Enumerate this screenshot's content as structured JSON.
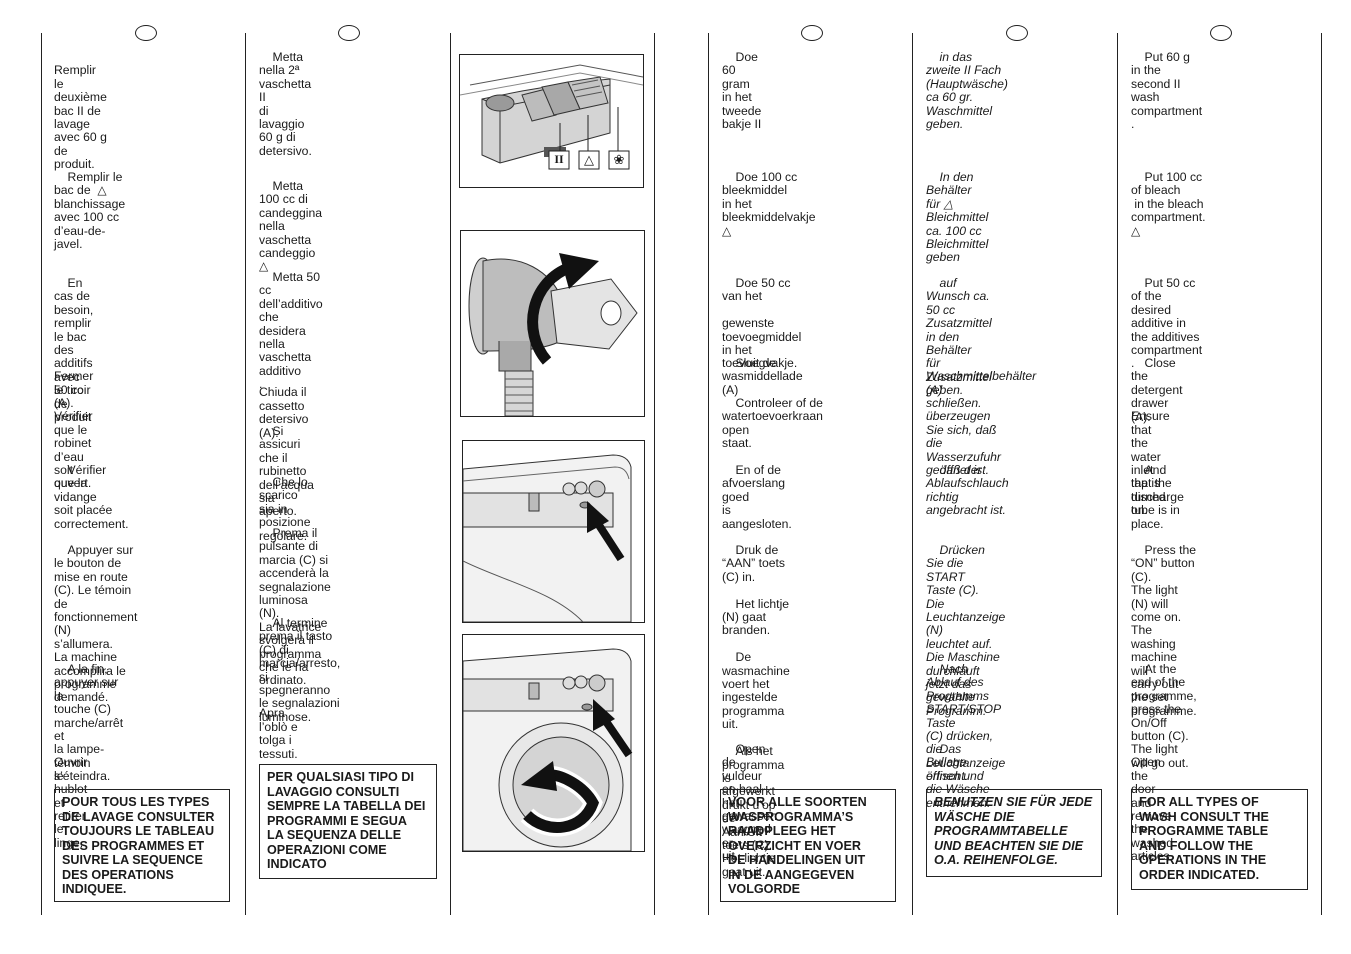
{
  "fr": {
    "p1": "    Remplir le deuxième\nbac II de lavage avec 60 g\nde produit.",
    "p2": "    Remplir le bac de  △\nblanchissage avec 100 cc\nd’eau-de-javel.",
    "p3": "    En cas de besoin, remplir\nle bac des additifs avec\n50 cc de produit         .",
    "p4": "    Fermer le tiroir (A).",
    "p5": "    Vérifier que le robinet\nd’eau soit ouvert.",
    "p6": "    Vérifier que la vidange\nsoit placée correctement.",
    "p7": "    Appuyer sur le bouton de\nmise en route (C). Le témoin\nde fonctionnement (N)\ns’allumera.\nLa machine accomplira le\nprogramme demandé.",
    "p8": "    A la fin, appuyer sur la\ntouche (C) marche/arrêt et\nla lampe-témoin s’éteindra.",
    "p9": "    Ouvrir le hublot et retirer le\nlinge.",
    "box": "POUR TOUS LES TYPES\nDE LAVAGE CONSULTER\nTOUJOURS LE TABLEAU\nDES PROGRAMMES ET\nSUIVRE LA SEQUENCE\nDES OPERATIONS\nINDIQUEE."
  },
  "it": {
    "p1": "    Metta nella 2ª vaschetta II\ndi lavaggio 60 g di detersivo.",
    "p2": "    Metta 100 cc di\ncandeggina nella vaschetta\ncandeggio  △",
    "p3": "    Metta 50 cc dell’additivo\nche desidera nella\nvaschetta additivo        .",
    "p4": "    Chiuda il cassetto\ndetersivo (A).",
    "p5": "    Si assicuri che il rubinetto\ndell’acqua sia aperto.",
    "p6": "    Che lo scarico sia in\nposizione regolare.",
    "p7": "    Prema il pulsante di\nmarcia (C) si accenderà la\nsegnalazione luminosa (N).\nLa lavatrice svolgerà il\nprogramma che le ha\nordinato.",
    "p8": "    Al termine prema il tasto\n(C) di marcia/arresto, si\nspegneranno le segnalazioni\nluminose.",
    "p9": "    Apra l’oblò e tolga i\ntessuti.",
    "box": "PER QUALSIASI TIPO DI\nLAVAGGIO CONSULTI\nSEMPRE LA TABELLA DEI\nPROGRAMMI E SEGUA\nLA SEQUENZA DELLE\nOPERAZIONI COME\nINDICATO"
  },
  "nl": {
    "p1": "    Doe 60 gram  in het\ntweede bakje II",
    "p2": "    Doe 100 cc bleekmiddel\nin het bleekmiddelvakje △",
    "p3": "    Doe 50 cc van het\n\ngewenste\ntoevoegmiddel  in het\ntoevoegvakje.",
    "p4": "    Sluit de wasmiddellade (A)",
    "p5": "    Controleer of de\nwatertoevoerkraan open\nstaat.",
    "p6": "    En of de afvoerslang goed\nis aangesloten.",
    "p7": "    Druk de “AAN” toets\n(C) in.\n\n    Het lichtje (N) gaat\nbranden.\n\n    De wasmachine voert het\ningestelde programma uit.\n\n    Als het programma is\nafgewerkt drukt u’op de\nAan/Uit toets (C). Het lichtje\ngaat uit.",
    "p9": "    Open de vuldeur en haal\nhet gewassen wasgoed er\nuit.",
    "box": "VOOR ALLE SOORTEN\nWASPROGRAMMA’S\nRAADPLEEG HET\nOVERZICHT EN VOER\nDE HANDELINGEN UIT\nIN DE AANGEGEVEN\nVOLGORDE"
  },
  "de": {
    "p1": "    in das zweite II Fach\n(Hauptwäsche) ca 60 gr.\nWaschmittel geben.",
    "p2": "    In den Behälter für △\nBleichmittel ca. 100 cc\nBleichmittel  geben",
    "p3": "    auf Wunsch ca. 50 cc\nZusatzmittel  in den\nBehälter         für Zusatzmittel\ngeben.",
    "p4": "    Waschmittelbehälter (A)\nschließen.",
    "p5": "    überzeugen Sie sich, daß\ndie Wasserzufuhr geöffnet ist.",
    "p6": "    daß der Ablaufschlauch\nrichtig angebracht ist.",
    "p7": "    Drücken Sie die START\nTaste (C).\nDie Leuchtanzeige (N)\nleuchtet auf.\nDie Maschine durchläuft\njetzt das gewählte\nProgramm.",
    "p8": "    Nach Ablauf des\nProgramms START/STOP Taste\n(C) drücken, die\nLeuchtanzeige erlischt.",
    "p9": "    Das Bullage öffnen und\ndie Wäsche entnehmen.",
    "box": "BENUTZEN SIE FÜR JEDE\nWÄSCHE DIE\nPROGRAMMTABELLE\nUND BEACHTEN SIE DIE\nO.A. REIHENFOLGE."
  },
  "en": {
    "p1": "    Put 60 g  in the second II\nwash compartment .",
    "p2": "    Put 100 cc of bleach\n in the bleach\ncompartment.  △",
    "p3": "    Put 50 cc of the desired\nadditive in the additives\ncompartment         .",
    "p4": "    Close the detergent\ndrawer (A).",
    "p5": "    Ensure that the water inlet\ntap is turned on.",
    "p6": "    And that the discharge\ntube is in place.",
    "p7": "    Press the “ON” button (C).\nThe light (N) will come on.\nThe washing machine will\ncarry out the set\nprogramme.",
    "p8": "    At the end of the\nprogramme, press the\nOn/Off button (C). The light\nwill go out.",
    "p9": "    Open the door and\nremove the washed articles.",
    "box": "FOR ALL TYPES OF\nWASH CONSULT THE\nPROGRAMME TABLE\nAND FOLLOW THE\nOPERATIONS IN THE\nORDER INDICATED."
  },
  "figures": {
    "drawer_label_1": "II",
    "drawer_label_2": "△",
    "drawer_label_3": "❀"
  }
}
